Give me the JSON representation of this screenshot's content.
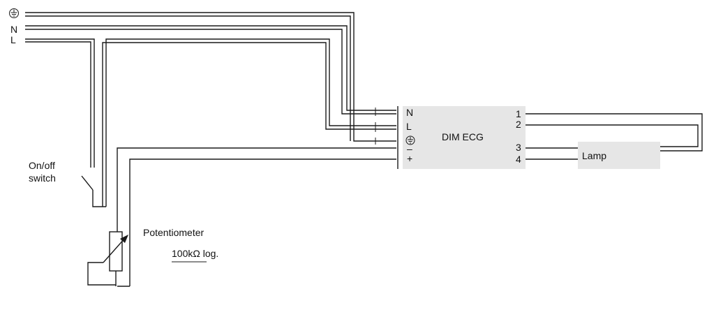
{
  "supply": {
    "earth_symbol": "⏚",
    "n_label": "N",
    "l_label": "L"
  },
  "switch": {
    "label_line1": "On/off",
    "label_line2": "switch"
  },
  "potentiometer": {
    "title": "Potentiometer",
    "value": "100kΩ log."
  },
  "ecg": {
    "name": "DIM ECG",
    "input_terminals": [
      "N",
      "L",
      "⏚",
      "–",
      "+"
    ],
    "output_terminals": [
      "1",
      "2",
      "3",
      "4"
    ]
  },
  "lamp": {
    "label": "Lamp"
  },
  "colors": {
    "wire": "#1a1a1a",
    "box_fill": "#e6e6e6",
    "background": "#ffffff"
  }
}
